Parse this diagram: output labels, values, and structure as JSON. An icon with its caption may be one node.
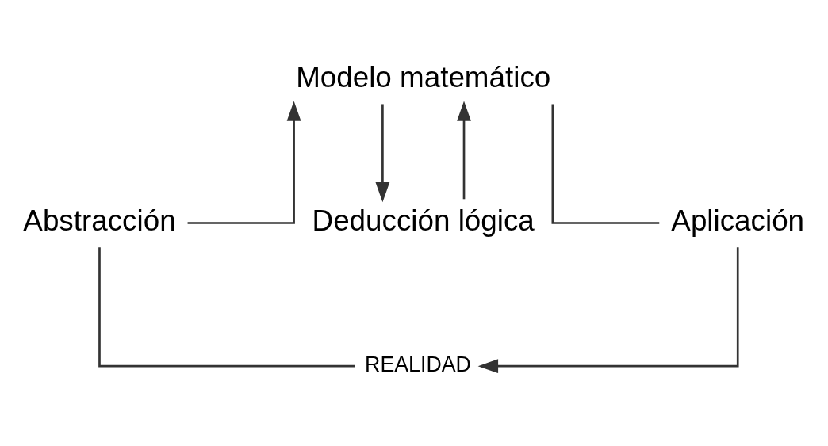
{
  "diagram": {
    "nodes": [
      {
        "text": [
          "Modelo matemático"
        ]
      },
      {
        "text": [
          "Abstracción"
        ]
      },
      {
        "text": [
          "Deducción lógica"
        ]
      },
      {
        "text": [
          "Aplicación"
        ]
      },
      {
        "text": [
          "REALIDAD"
        ]
      }
    ],
    "edges": [
      {
        "from": 4,
        "to": 1,
        "arrow": "none"
      },
      {
        "from": 1,
        "to": 0,
        "arrow": "to"
      },
      {
        "from": 0,
        "to": 2,
        "arrow": "to"
      },
      {
        "from": 2,
        "to": 0,
        "arrow": "to"
      },
      {
        "from": 0,
        "to": 3,
        "arrow": "none"
      },
      {
        "from": 3,
        "to": 4,
        "arrow": "to"
      }
    ]
  }
}
